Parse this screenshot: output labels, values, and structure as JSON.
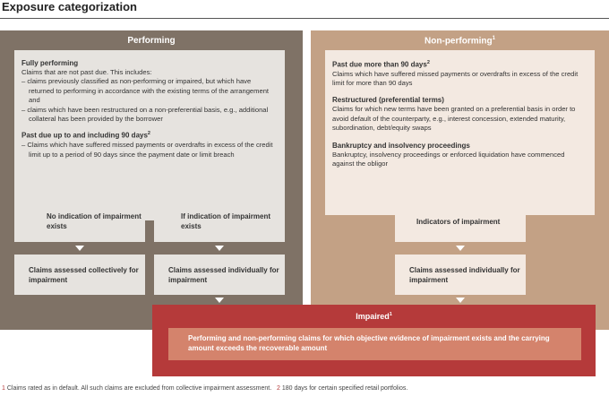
{
  "title": "Exposure categorization",
  "performing": {
    "header": "Performing",
    "fully_heading": "Fully performing",
    "fully_intro": "Claims that are not past due. This includes:",
    "fully_bullet1": "– claims previously classified as non-performing or impaired, but which have returned to performing in accordance with the existing terms of the arrangement and",
    "fully_bullet2": "– claims which have been restructured on a non-preferential basis, e.g., additional collateral has been provided by the borrower",
    "pastdue_heading": "Past due up to and including 90 days",
    "pastdue_sup": "2",
    "pastdue_bullet": "– Claims which have suffered missed payments or overdrafts in excess of the credit limit up to a period of 90 days since the payment date or limit breach",
    "no_indication": "No indication of impairment exists",
    "if_indication": "If indication of impairment exists",
    "collectively": "Claims assessed collectively for impairment",
    "individually": "Claims assessed individually for impairment"
  },
  "nonperforming": {
    "header": "Non-performing",
    "header_sup": "1",
    "pastdue_heading": "Past due more than 90 days",
    "pastdue_sup": "2",
    "pastdue_text": "Claims which have suffered missed payments or overdrafts in excess of the credit limit for more than 90 days",
    "restructured_heading": "Restructured (preferential terms)",
    "restructured_text": "Claims for which new terms have been granted on a preferential basis in order to avoid default of the counterparty, e.g., interest concession, extended maturity, subordination, debt/equity swaps",
    "bankruptcy_heading": "Bankruptcy and insolvency proceedings",
    "bankruptcy_text": "Bankruptcy, insolvency proceedings or enforced liquidation have commenced against the obligor",
    "indicators": "Indicators of impairment",
    "individually": "Claims assessed individually for impairment"
  },
  "impaired": {
    "header": "Impaired",
    "header_sup": "1",
    "text": "Performing and non-performing claims for which objective evidence of impairment exists and the carrying amount exceeds the recoverable amount"
  },
  "footnotes": {
    "n1": "1",
    "f1": "Claims rated as in default. All such claims are excluded from collective impairment assessment.",
    "n2": "2",
    "f2": "180 days for certain specified retail portfolios."
  },
  "colors": {
    "performing_panel": "#7f7266",
    "nonperforming_panel": "#c3a185",
    "impaired_panel": "#b53a3a",
    "impaired_inner": "#d4836c"
  }
}
